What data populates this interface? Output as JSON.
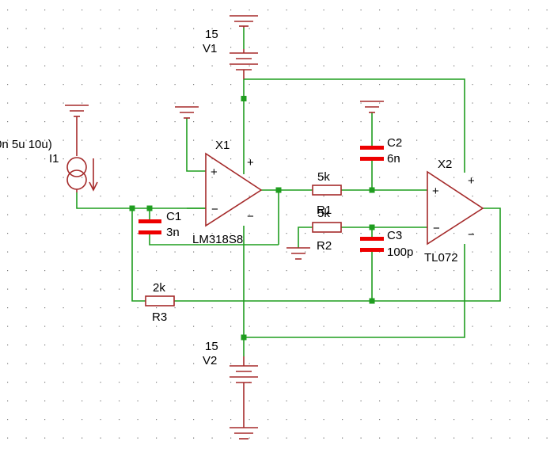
{
  "colors": {
    "wire": "#1f9d1f",
    "component": "#a52a2a",
    "capacitor_plate": "#ee0000",
    "junction": "#1f9d1f",
    "grid_dot": "#7a7a7a",
    "text": "#000000"
  },
  "components": {
    "v1": {
      "ref": "V1",
      "value": "15"
    },
    "v2": {
      "ref": "V2",
      "value": "15"
    },
    "i1": {
      "ref": "I1",
      "value": "0n 5u 10u)"
    },
    "x1": {
      "ref": "X1",
      "model": "LM318S8",
      "pin_plus": "+",
      "pin_minus": "−",
      "supply_plus": "+",
      "supply_minus": "−"
    },
    "x2": {
      "ref": "X2",
      "model": "TL072",
      "pin_plus": "+",
      "pin_minus": "−",
      "supply_plus": "+",
      "supply_minus": "−"
    },
    "c1": {
      "ref": "C1",
      "value": "3n"
    },
    "c2": {
      "ref": "C2",
      "value": "6n"
    },
    "c3": {
      "ref": "C3",
      "value": "100p"
    },
    "r1": {
      "ref": "R1",
      "value": "5k"
    },
    "r2": {
      "ref": "R2",
      "value": "5k"
    },
    "r3": {
      "ref": "R3",
      "value": "2k"
    }
  },
  "icons": [
    "ground-icon",
    "battery-icon",
    "current-source-icon",
    "opamp-icon",
    "resistor-icon",
    "capacitor-icon"
  ]
}
